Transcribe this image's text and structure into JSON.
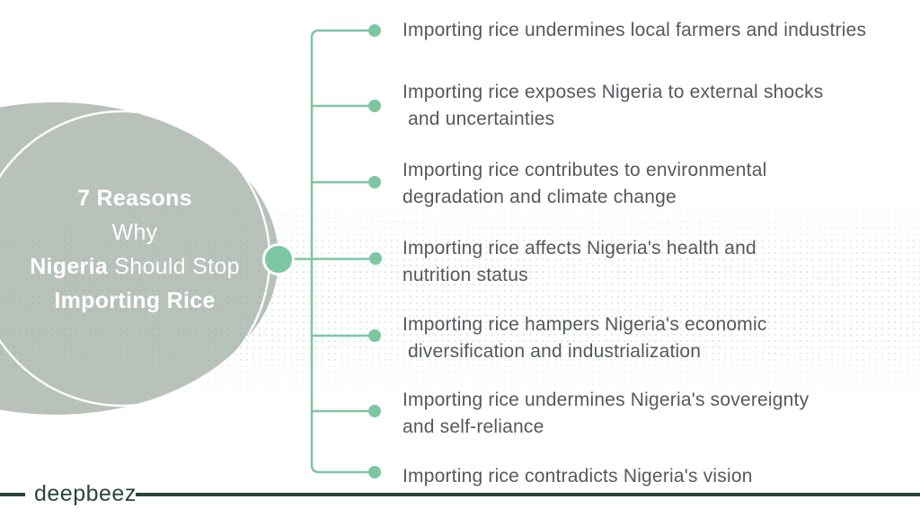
{
  "title": {
    "line1": "7 Reasons",
    "line2": "Why",
    "line3_bold": "Nigeria",
    "line3_rest": " Should Stop",
    "line4": "Importing Rice"
  },
  "reasons": [
    {
      "lines": [
        "Importing rice undermines local farmers and industries"
      ]
    },
    {
      "lines": [
        "Importing rice exposes Nigeria to external shocks",
        " and uncertainties"
      ]
    },
    {
      "lines": [
        "Importing rice contributes to environmental",
        "degradation and climate change"
      ]
    },
    {
      "lines": [
        "Importing rice affects Nigeria's health and",
        "nutrition status"
      ]
    },
    {
      "lines": [
        "Importing rice hampers Nigeria's economic",
        " diversification and industrialization"
      ]
    },
    {
      "lines": [
        "Importing rice undermines Nigeria's sovereignty",
        "and self-reliance"
      ]
    },
    {
      "lines": [
        "Importing rice contradicts Nigeria's vision"
      ]
    }
  ],
  "footer": {
    "brand": "deepbeez"
  },
  "colors": {
    "accent_green": "#7CC7A2",
    "circle_gray": "#B8C1BA",
    "dark_green": "#24433A",
    "body_text": "#55595C",
    "title_text": "#FFFFFF"
  }
}
